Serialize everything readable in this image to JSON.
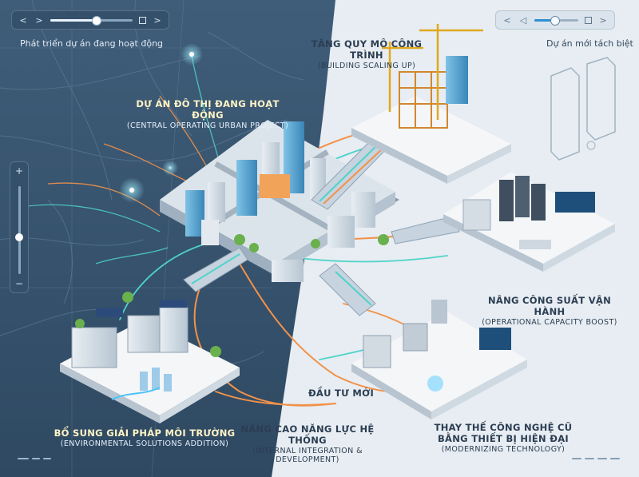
{
  "header": {
    "left_title": "Phát triển dự án đang hoạt động",
    "right_title": "Dự án mới tách biệt"
  },
  "controls": {
    "left_slider_value": 0.55,
    "right_slider_value": 0.45,
    "zoom_in_symbol": "+",
    "zoom_out_symbol": "−",
    "zoom_value": 0.42,
    "icons": [
      "chevron-left-icon",
      "chevron-right-icon",
      "stop-icon",
      "sound-icon"
    ]
  },
  "labels": {
    "building_scaling": {
      "title": "TĂNG QUY MÔ CÔNG TRÌNH",
      "subtitle": "(BUILDING SCALING UP)"
    },
    "central_project": {
      "title": "DỰ ÁN ĐÔ THỊ ĐANG HOẠT ĐỘNG",
      "subtitle": "(CENTRAL OPERATING URBAN PROJECT)"
    },
    "operational_capacity": {
      "title": "NÂNG CÔNG SUẤT VẬN HÀNH",
      "subtitle": "(OPERATIONAL CAPACITY BOOST)"
    },
    "new_investment": {
      "title": "ĐẦU TƯ MỚI"
    },
    "environmental": {
      "title": "BỔ SUNG GIẢI PHÁP MÔI TRƯỜNG",
      "subtitle": "(ENVIRONMENTAL SOLUTIONS ADDITION)"
    },
    "integration": {
      "title": "NÂNG CAO NĂNG LỰC HỆ THỐNG",
      "subtitle": "(INTERNAL INTEGRATION & DEVELOPMENT)"
    },
    "modernizing": {
      "title_line1": "THAY THẾ CÔNG NGHỆ CŨ",
      "title_line2": "BẰNG THIẾT BỊ HIỆN ĐẠI",
      "subtitle": "(MODERNIZING TECHNOLOGY)"
    }
  },
  "colors": {
    "left_bg": "#3d5a75",
    "right_bg": "#e6edf3",
    "accent_orange": "#f2924a",
    "accent_teal": "#4fd3c9",
    "accent_cyan": "#8fe3ff",
    "platform_top": "#f4f6f8",
    "platform_side": "#c9d3dd"
  }
}
